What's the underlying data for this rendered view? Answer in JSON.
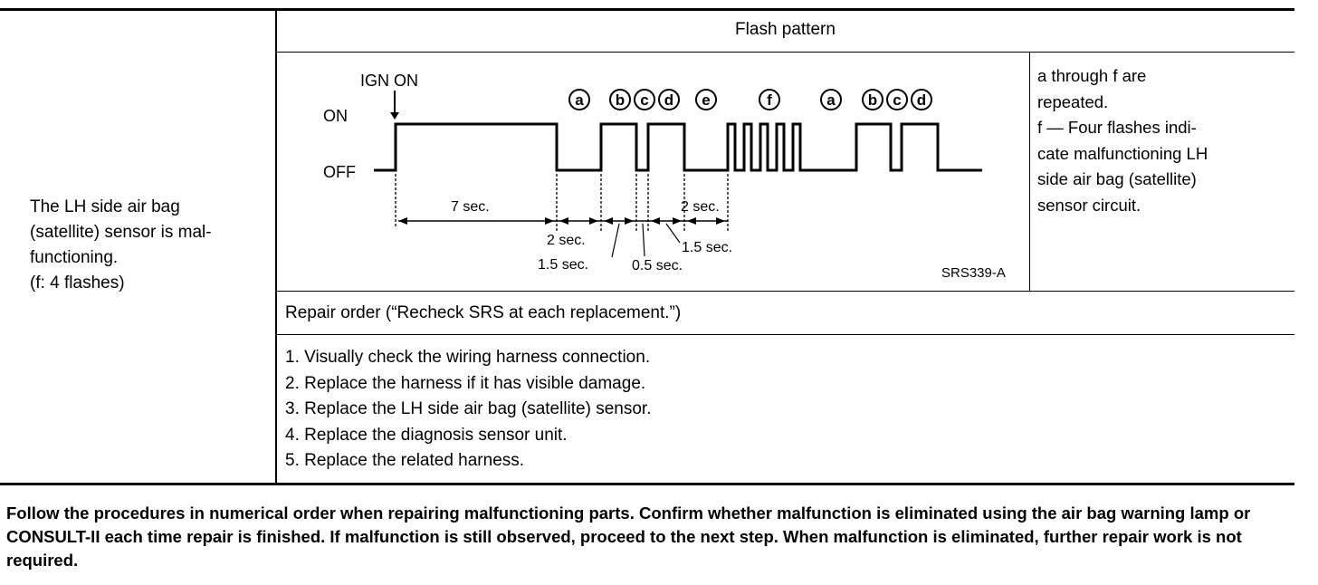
{
  "condition": {
    "lines": [
      "The LH side air bag",
      "(satellite) sensor is mal-",
      "functioning.",
      "(f: 4 flashes)"
    ]
  },
  "flash_pattern": {
    "header": "Flash pattern",
    "diagram": {
      "ign_label": "IGN ON",
      "on_label": "ON",
      "off_label": "OFF",
      "markers": [
        "a",
        "b",
        "c",
        "d",
        "e",
        "f",
        "a",
        "b",
        "c",
        "d"
      ],
      "durations": {
        "first": "7 sec.",
        "second": "2 sec.",
        "third": "1.5 sec.",
        "fourth": "0.5 sec.",
        "fifth": "1.5 sec.",
        "sixth": "2 sec."
      },
      "ref_code": "SRS339-A"
    },
    "note_lines": [
      "a through f are",
      "repeated.",
      "f — Four flashes indi-",
      "cate malfunctioning LH",
      "side air bag (satellite)",
      "sensor circuit."
    ]
  },
  "repair": {
    "header": "Repair order (“Recheck SRS at each replacement.”)",
    "steps": [
      "1.  Visually check the wiring harness connection.",
      "2.  Replace the harness if it has visible damage.",
      "3.  Replace the LH side air bag (satellite) sensor.",
      "4.  Replace the diagnosis sensor unit.",
      "5.  Replace the related harness."
    ]
  },
  "footer": "Follow the procedures in numerical order when repairing malfunctioning parts. Confirm whether malfunction is eliminated using the air bag warning lamp or CONSULT-II each time repair is finished. If malfunction is still observed, proceed to the next step. When malfunction is eliminated, further repair work is not required."
}
